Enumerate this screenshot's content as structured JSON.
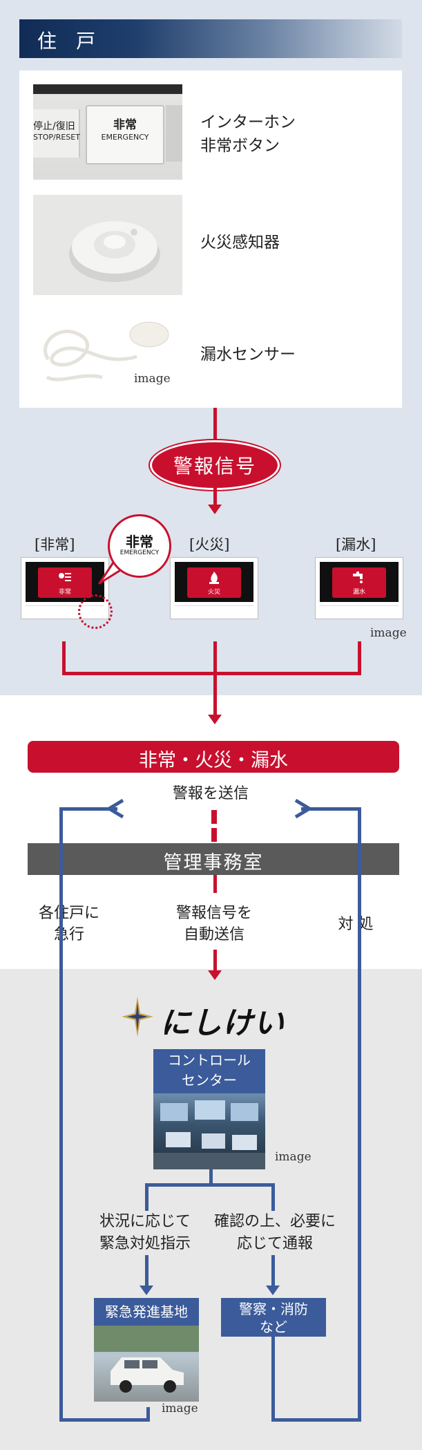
{
  "header": {
    "title": "住戸"
  },
  "devices": [
    {
      "label": "インターホン\n非常ボタン",
      "photo_text_main": "非常",
      "photo_text_sub": "EMERGENCY",
      "photo_text_left1": "停止/復旧",
      "photo_text_left2": "STOP/RESET"
    },
    {
      "label": "火災感知器"
    },
    {
      "label": "漏水センサー",
      "note": "image"
    }
  ],
  "alarm_signal": "警報信号",
  "panels": [
    {
      "label": "[非常]",
      "screen_caption": "非常"
    },
    {
      "label": "[火災]",
      "screen_caption": "火災"
    },
    {
      "label": "[漏水]",
      "screen_caption": "漏水"
    }
  ],
  "panels_note": "image",
  "bubble": {
    "main": "非常",
    "sub": "EMERGENCY"
  },
  "red_bar": "非常・火災・漏水",
  "send_alarm": "警報を送信",
  "management_office": "管理事務室",
  "left_label": "各住戸に\n急行",
  "center_label": "警報信号を\n自動送信",
  "right_label": "対 処",
  "logo": "にしけい",
  "control_center": {
    "label": "コントロール\nセンター",
    "note": "image"
  },
  "flow_left": "状況に応じて\n緊急対処指示",
  "flow_right": "確認の上、必要に\n応じて通報",
  "emergency_base": {
    "label": "緊急発進基地",
    "note": "image"
  },
  "police_fire": "警察・消防\nなど",
  "colors": {
    "red": "#c8102e",
    "blue": "#3b5b9a",
    "navy": "#102c56",
    "gray": "#5a5a5a"
  }
}
